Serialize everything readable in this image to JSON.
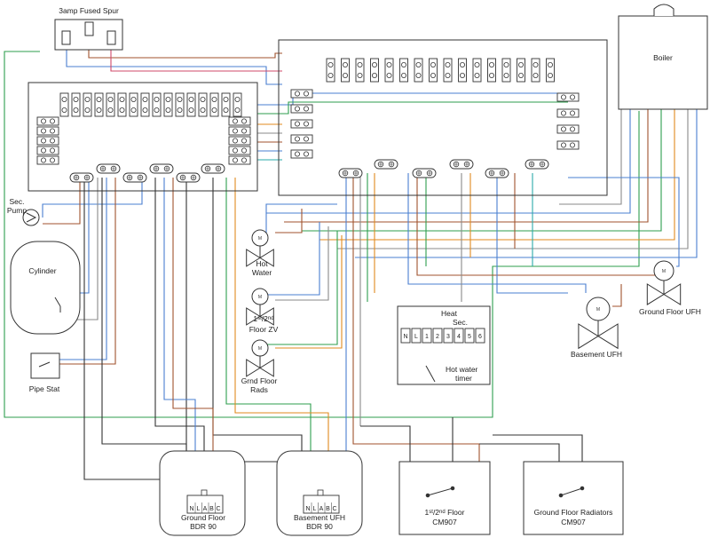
{
  "labels": {
    "fused_spur": "3amp Fused Spur",
    "boiler": "Boiler",
    "sec_pump_1": "Sec.",
    "sec_pump_2": "Pump",
    "cylinder": "Cylinder",
    "pipe_stat": "Pipe Stat",
    "hot_water_1": "Hot",
    "hot_water_2": "Water",
    "first_second_floor_zv_1": "1st/2nd",
    "first_second_floor_zv_2": "Floor ZV",
    "grnd_floor_rads_1": "Grnd Floor",
    "grnd_floor_rads_2": "Rads",
    "heat": "Heat",
    "sec": "Sec.",
    "hot_water_timer_1": "Hot water",
    "hot_water_timer_2": "timer",
    "ground_floor_ufh": "Ground Floor UFH",
    "basement_ufh": "Basement UFH",
    "bdr1_name": "Ground Floor",
    "bdr1_model": "BDR 90",
    "bdr2_name": "Basement UFH",
    "bdr2_model": "BDR 90",
    "cm1_name": "1st/2nd Floor",
    "cm1_model": "CM907",
    "cm2_name": "Ground Floor Radiators",
    "cm2_model": "CM907",
    "motor_m": "M"
  },
  "timer_terminals": [
    "N",
    "L",
    "1",
    "2",
    "3",
    "4",
    "5",
    "6"
  ],
  "bdr_terminals": [
    "N",
    "L",
    "A",
    "B",
    "C"
  ],
  "colors": {
    "outline": "#333333",
    "wire_blue": "#4a7fd0",
    "wire_brown": "#a0522d",
    "wire_green": "#2e9e4e",
    "wire_orange": "#e08a1e",
    "wire_grey": "#8a8a8a",
    "wire_red": "#d04a6a",
    "wire_teal": "#2aa9a9"
  }
}
